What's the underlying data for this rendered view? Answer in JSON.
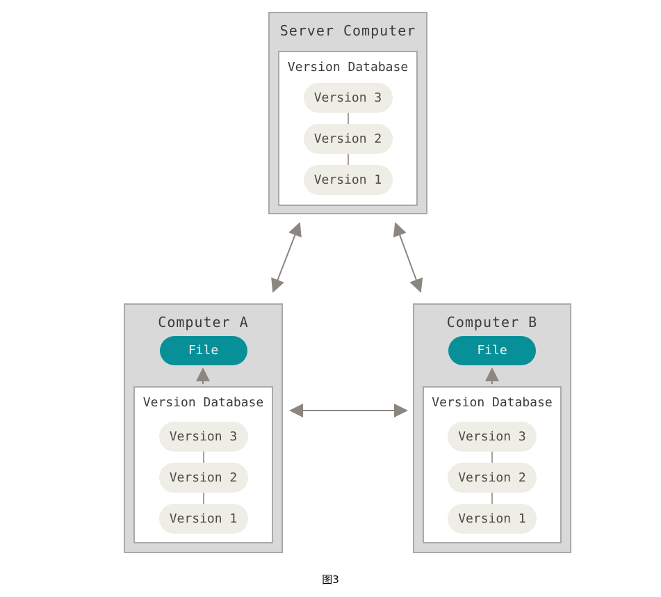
{
  "caption": "图3",
  "colors": {
    "accent_teal": "#089098",
    "box_fill": "#d9d9d9",
    "box_border": "#a9a9a9",
    "pill_fill": "#eeede6",
    "pill_text": "#4c4a44",
    "title_text": "#3d3b38",
    "arrow": "#8c8680",
    "file_text": "#f0f1ec"
  },
  "server": {
    "title": "Server Computer",
    "db_label": "Version Database",
    "versions": [
      "Version 3",
      "Version 2",
      "Version 1"
    ]
  },
  "computer_a": {
    "title": "Computer A",
    "file_label": "File",
    "db_label": "Version Database",
    "versions": [
      "Version 3",
      "Version 2",
      "Version 1"
    ]
  },
  "computer_b": {
    "title": "Computer B",
    "file_label": "File",
    "db_label": "Version Database",
    "versions": [
      "Version 3",
      "Version 2",
      "Version 1"
    ]
  },
  "arrows": [
    {
      "name": "arrow-server-computer-a",
      "type": "double-headed"
    },
    {
      "name": "arrow-server-computer-b",
      "type": "double-headed"
    },
    {
      "name": "arrow-computer-a-computer-b",
      "type": "double-headed"
    },
    {
      "name": "arrow-db-to-file-a",
      "type": "up"
    },
    {
      "name": "arrow-db-to-file-b",
      "type": "up"
    }
  ]
}
